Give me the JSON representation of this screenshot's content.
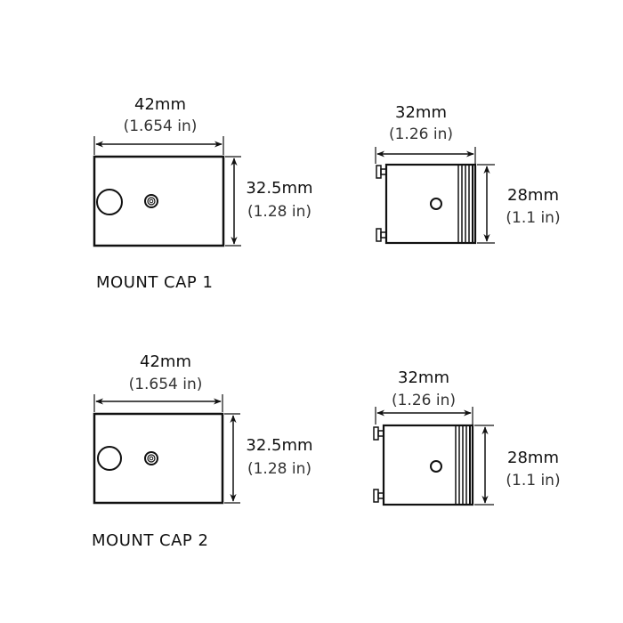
{
  "caps": [
    {
      "name": "MOUNT CAP 1",
      "front": {
        "width_mm": "42mm",
        "width_in": "(1.654 in)",
        "height_mm": "32.5mm",
        "height_in": "(1.28 in)"
      },
      "side": {
        "width_mm": "32mm",
        "width_in": "(1.26 in)",
        "height_mm": "28mm",
        "height_in": "(1.1 in)"
      }
    },
    {
      "name": "MOUNT CAP 2",
      "front": {
        "width_mm": "42mm",
        "width_in": "(1.654 in)",
        "height_mm": "32.5mm",
        "height_in": "(1.28 in)"
      },
      "side": {
        "width_mm": "32mm",
        "width_in": "(1.26 in)",
        "height_mm": "28mm",
        "height_in": "(1.1 in)"
      }
    }
  ],
  "colors": {
    "line": "#111111",
    "background": "#ffffff"
  }
}
